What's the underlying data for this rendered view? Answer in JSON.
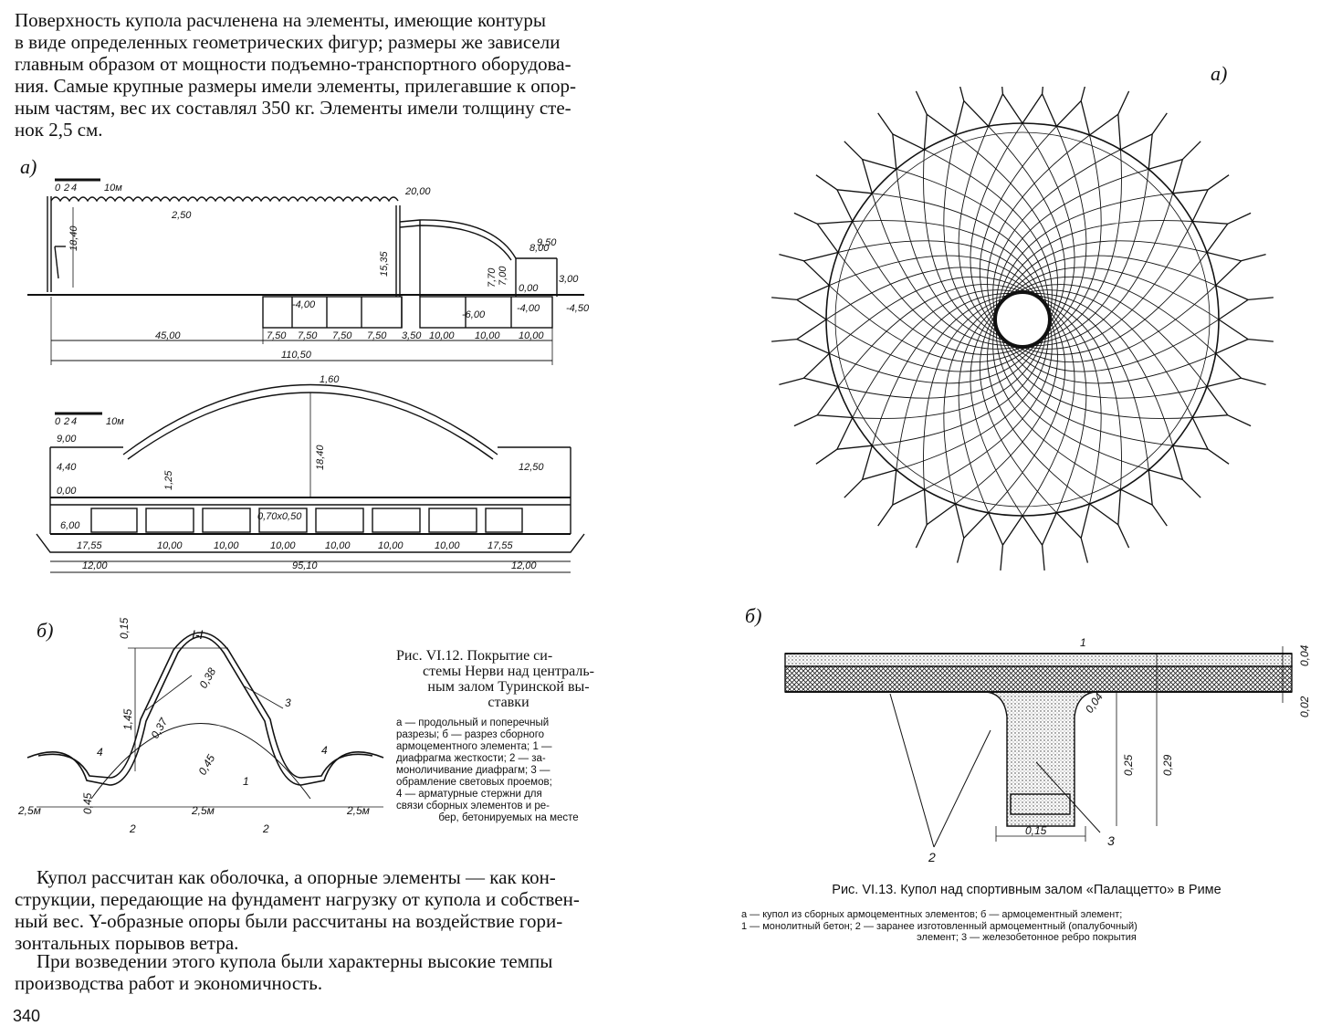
{
  "top_paragraph": [
    "Поверхность купола расчленена на элементы, имеющие контуры",
    "в виде определенных геометрических фигур; размеры же зависели",
    "главным образом от мощности подъемно-транспортного оборудова-",
    "ния. Самые крупные размеры имели элементы, прилегавшие к опор-",
    "ным частям, вес их составлял 350 кг. Элементы имели толщину сте-",
    "нок 2,5 см."
  ],
  "fig12": {
    "label_a": "а)",
    "label_b": "б)",
    "scale_a": [
      "0",
      "2",
      "4",
      "10м"
    ],
    "long_section_dims": {
      "top": [
        "20,00",
        "2,50",
        "18,40",
        "15,35",
        "9,50",
        "8,00",
        "7,70",
        "7,00",
        "3,00",
        "0,00",
        "-4,00",
        "-4,00",
        "-6,00",
        "-4,50"
      ],
      "bottom_row1": [
        "7,50",
        "7,50",
        "7,50",
        "7,50",
        "3,50",
        "10,00",
        "10,00",
        "10,00"
      ],
      "row2_left": "45,00",
      "row3": "110,50"
    },
    "cross_section_dims": {
      "top": [
        "1,60",
        "18,40",
        "9,00",
        "4,40",
        "12,50",
        "0,00",
        "1,25",
        "6,00",
        "0,70x0,50"
      ],
      "bottom_row1": [
        "17,55",
        "10,00",
        "10,00",
        "10,00",
        "10,00",
        "10,00",
        "10,00",
        "17,55"
      ],
      "bottom_row2": [
        "12,00",
        "95,10",
        "12,00"
      ]
    },
    "element_dims": [
      "0,15",
      "I-I",
      "1,45",
      "0,38",
      "0,37",
      "3",
      "4",
      "4",
      "0,45",
      "1",
      "0,45",
      "2,5м",
      "2,5м",
      "2,5м",
      "2",
      "2"
    ],
    "caption_title": [
      "Рис. VI.12. Покрытие си-",
      "стемы Нерви над централь-",
      "ным залом Туринской вы-",
      "ставки"
    ],
    "caption_body": [
      "а — продольный и поперечный",
      "разрезы; б — разрез сборного",
      "армоцементного элемента; 1 —",
      "диафрагма жесткости; 2 — за-",
      "моноличивание диафрагм; 3 —",
      "обрамление световых проемов;",
      "4 — арматурные стержни для",
      "связи сборных элементов и ре-",
      "бер, бетонируемых на месте"
    ]
  },
  "bottom_paragraph_1": [
    "Купол рассчитан как оболочка, а опорные элементы — как кон-",
    "струкции, передающие на фундамент нагрузку от купола и собствен-",
    "ный вес. Y-образные опоры были рассчитаны на воздействие гори-",
    "зонтальных порывов ветра."
  ],
  "bottom_paragraph_2": [
    "При возведении этого купола были характерны высокие темпы",
    "производства работ и экономичность."
  ],
  "page_number": "340",
  "fig13": {
    "label_a": "а)",
    "label_b": "б)",
    "section_dims": [
      "1",
      "0,04",
      "0,04",
      "0,02",
      "0,25",
      "0,29",
      "0,15",
      "2",
      "3"
    ],
    "caption_title": "Рис. VI.13. Купол над спортивным залом «Палаццетто» в Риме",
    "caption_body": [
      "а — купол из сборных армоцементных элементов; б — армоцементный элемент;",
      "1 — монолитный бетон; 2 — заранее изготовленный армоцементный (опалубочный)",
      "элемент; 3 — железобетонное ребро покрытия"
    ]
  }
}
